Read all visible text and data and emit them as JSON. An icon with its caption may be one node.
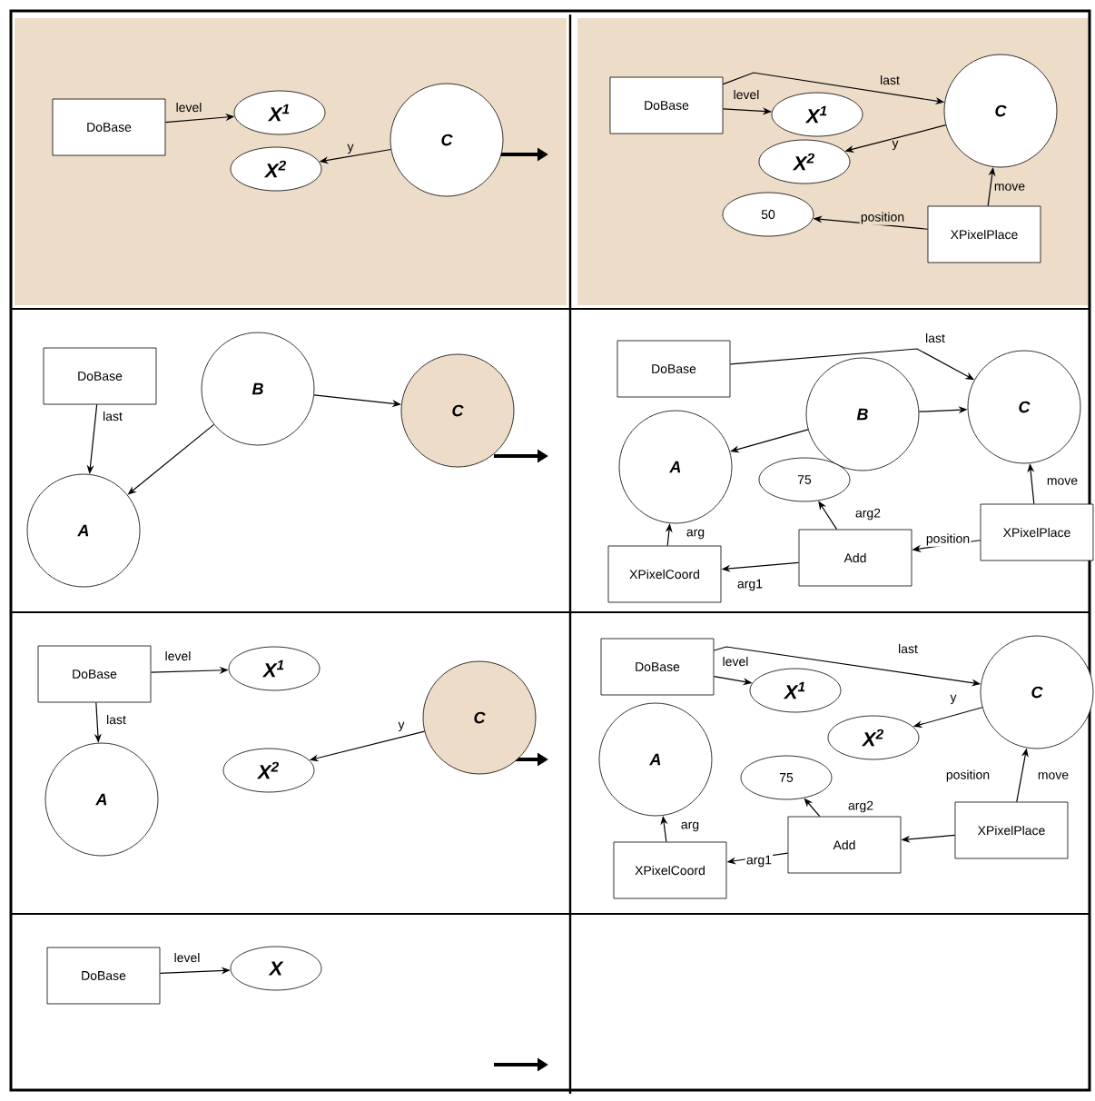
{
  "diagram": {
    "nodes": [
      {
        "text": [
          "DoBase"
        ]
      },
      {
        "text": [
          "X$^{1}$"
        ]
      },
      {
        "text": [
          "X$^{2}$"
        ]
      },
      {
        "text": [
          "C"
        ]
      },
      {
        "text": [
          "DoBase"
        ]
      },
      {
        "text": [
          "X$^{1}$"
        ]
      },
      {
        "text": [
          "X$^{2}$"
        ]
      },
      {
        "text": [
          "C"
        ]
      },
      {
        "text": [
          "50"
        ]
      },
      {
        "text": [
          "XPixelPlace"
        ]
      },
      {
        "text": [
          "DoBase"
        ]
      },
      {
        "text": [
          "B"
        ]
      },
      {
        "text": [
          "C"
        ]
      },
      {
        "text": [
          "A"
        ]
      },
      {
        "text": [
          "DoBase"
        ]
      },
      {
        "text": [
          "B"
        ]
      },
      {
        "text": [
          "C"
        ]
      },
      {
        "text": [
          "A"
        ]
      },
      {
        "text": [
          "75"
        ]
      },
      {
        "text": [
          "Add"
        ]
      },
      {
        "text": [
          "XPixelPlace"
        ]
      },
      {
        "text": [
          "XPixelCoord"
        ]
      },
      {
        "text": [
          "DoBase"
        ]
      },
      {
        "text": [
          "X$^{1}$"
        ]
      },
      {
        "text": [
          "X$^{2}$"
        ]
      },
      {
        "text": [
          "C"
        ]
      },
      {
        "text": [
          "A"
        ]
      },
      {
        "text": [
          "DoBase"
        ]
      },
      {
        "text": [
          "X$^{1}$"
        ]
      },
      {
        "text": [
          "X$^{2}$"
        ]
      },
      {
        "text": [
          "C"
        ]
      },
      {
        "text": [
          "A"
        ]
      },
      {
        "text": [
          "75"
        ]
      },
      {
        "text": [
          "Add"
        ]
      },
      {
        "text": [
          "XPixelPlace"
        ]
      },
      {
        "text": [
          "XPixelCoord"
        ]
      },
      {
        "text": [
          "DoBase"
        ]
      },
      {
        "text": [
          "X"
        ]
      }
    ],
    "edges": [
      {
        "from": 0,
        "to": 1,
        "arrow": "to",
        "label": "level"
      },
      {
        "from": 3,
        "to": 2,
        "arrow": "to",
        "label": "y"
      },
      {
        "from": 4,
        "to": 7,
        "arrow": "to",
        "label": "last"
      },
      {
        "from": 4,
        "to": 5,
        "arrow": "to",
        "label": "level"
      },
      {
        "from": 7,
        "to": 6,
        "arrow": "to",
        "label": "y"
      },
      {
        "from": 9,
        "to": 7,
        "arrow": "to",
        "label": "move"
      },
      {
        "from": 9,
        "to": 8,
        "arrow": "to",
        "label": "position"
      },
      {
        "from": 10,
        "to": 13,
        "arrow": "to",
        "label": "last"
      },
      {
        "from": 11,
        "to": 13,
        "arrow": "to"
      },
      {
        "from": 11,
        "to": 12,
        "arrow": "to"
      },
      {
        "from": 14,
        "to": 16,
        "arrow": "to",
        "label": "last"
      },
      {
        "from": 15,
        "to": 16,
        "arrow": "to"
      },
      {
        "from": 15,
        "to": 17,
        "arrow": "to"
      },
      {
        "from": 19,
        "to": 18,
        "arrow": "to",
        "label": "arg2"
      },
      {
        "from": 19,
        "to": 21,
        "arrow": "to",
        "label": "arg1"
      },
      {
        "from": 21,
        "to": 17,
        "arrow": "to",
        "label": "arg"
      },
      {
        "from": 20,
        "to": 19,
        "arrow": "to",
        "label": "position"
      },
      {
        "from": 20,
        "to": 16,
        "arrow": "to",
        "label": "move"
      },
      {
        "from": 22,
        "to": 23,
        "arrow": "to",
        "label": "level"
      },
      {
        "from": 22,
        "to": 26,
        "arrow": "to",
        "label": "last"
      },
      {
        "from": 25,
        "to": 24,
        "arrow": "to",
        "label": "y"
      },
      {
        "from": 27,
        "to": 30,
        "arrow": "to",
        "label": "last"
      },
      {
        "from": 27,
        "to": 28,
        "arrow": "to",
        "label": "level"
      },
      {
        "from": 30,
        "to": 29,
        "arrow": "to",
        "label": "y"
      },
      {
        "from": 34,
        "to": 30,
        "arrow": "to",
        "label": "move"
      },
      {
        "from": 34,
        "to": 33,
        "arrow": "to",
        "label": "position"
      },
      {
        "from": 33,
        "to": 32,
        "arrow": "to",
        "label": "arg2"
      },
      {
        "from": 33,
        "to": 35,
        "arrow": "to",
        "label": "arg1"
      },
      {
        "from": 35,
        "to": 31,
        "arrow": "to",
        "label": "arg"
      },
      {
        "from": 36,
        "to": 37,
        "arrow": "to",
        "label": "level"
      }
    ]
  }
}
